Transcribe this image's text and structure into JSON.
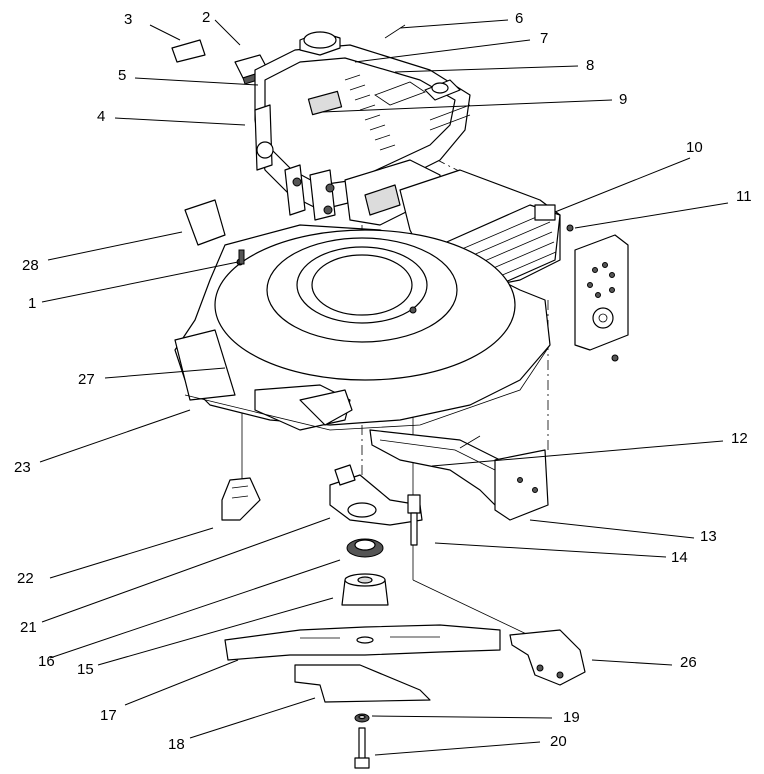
{
  "callouts": [
    {
      "id": "c1",
      "text": "1"
    },
    {
      "id": "c2",
      "text": "2"
    },
    {
      "id": "c3",
      "text": "3"
    },
    {
      "id": "c4",
      "text": "4"
    },
    {
      "id": "c5",
      "text": "5"
    },
    {
      "id": "c6",
      "text": "6"
    },
    {
      "id": "c7",
      "text": "7"
    },
    {
      "id": "c8",
      "text": "8"
    },
    {
      "id": "c9",
      "text": "9"
    },
    {
      "id": "c10",
      "text": "10"
    },
    {
      "id": "c11",
      "text": "11"
    },
    {
      "id": "c12",
      "text": "12"
    },
    {
      "id": "c13",
      "text": "13"
    },
    {
      "id": "c14",
      "text": "14"
    },
    {
      "id": "c15",
      "text": "15"
    },
    {
      "id": "c16",
      "text": "16"
    },
    {
      "id": "c17",
      "text": "17"
    },
    {
      "id": "c18",
      "text": "18"
    },
    {
      "id": "c19",
      "text": "19"
    },
    {
      "id": "c20",
      "text": "20"
    },
    {
      "id": "c21",
      "text": "21"
    },
    {
      "id": "c22",
      "text": "22"
    },
    {
      "id": "c23",
      "text": "23"
    },
    {
      "id": "c26",
      "text": "26"
    },
    {
      "id": "c27",
      "text": "27"
    },
    {
      "id": "c28",
      "text": "28"
    }
  ]
}
